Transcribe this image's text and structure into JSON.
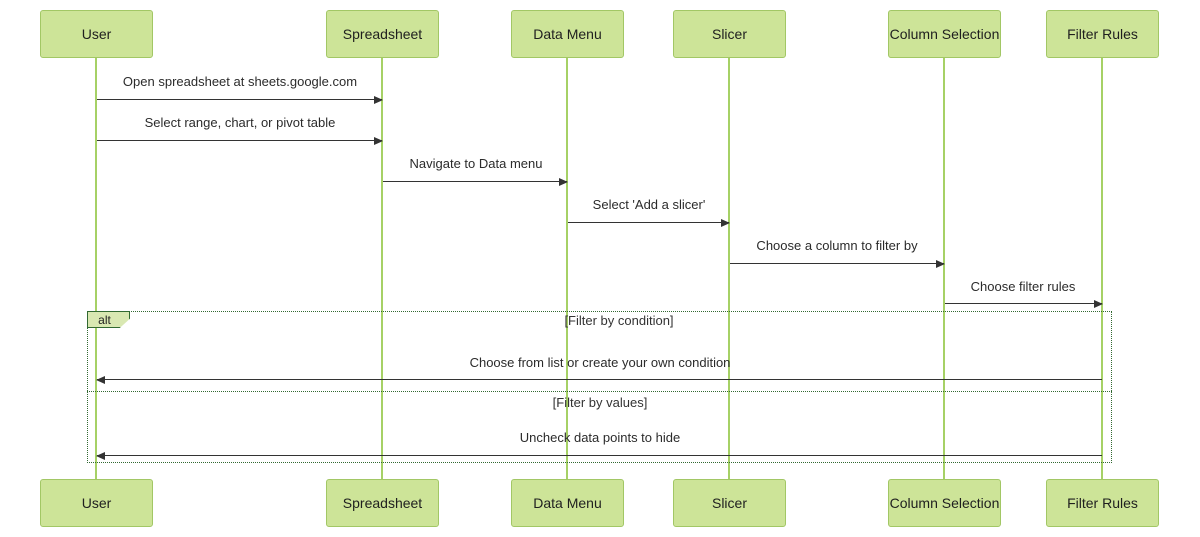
{
  "diagram": {
    "type": "sequence-diagram",
    "theme_colors": {
      "actor_fill": "#cde498",
      "actor_border": "#a2c765",
      "lifeline": "#a6d166",
      "arrow": "#333333",
      "frame_border": "#326932",
      "alt_label_fill": "#d9e8b2",
      "text": "#2b2b2b",
      "background": "#ffffff"
    },
    "actors": [
      {
        "id": "user",
        "label": "User"
      },
      {
        "id": "spreadsheet",
        "label": "Spreadsheet"
      },
      {
        "id": "data-menu",
        "label": "Data Menu"
      },
      {
        "id": "slicer",
        "label": "Slicer"
      },
      {
        "id": "column-selection",
        "label": "Column Selection"
      },
      {
        "id": "filter-rules",
        "label": "Filter Rules"
      }
    ],
    "messages": [
      {
        "from": "User",
        "to": "Spreadsheet",
        "direction": "right",
        "text": "Open spreadsheet at sheets.google.com"
      },
      {
        "from": "User",
        "to": "Spreadsheet",
        "direction": "right",
        "text": "Select range, chart, or pivot table"
      },
      {
        "from": "Spreadsheet",
        "to": "Data Menu",
        "direction": "right",
        "text": "Navigate to Data menu"
      },
      {
        "from": "Data Menu",
        "to": "Slicer",
        "direction": "right",
        "text": "Select 'Add a slicer'"
      },
      {
        "from": "Slicer",
        "to": "Column Selection",
        "direction": "right",
        "text": "Choose a column to filter by"
      },
      {
        "from": "Column Selection",
        "to": "Filter Rules",
        "direction": "right",
        "text": "Choose filter rules"
      },
      {
        "from": "Filter Rules",
        "to": "User",
        "direction": "left",
        "text": "Choose from list or create your own condition"
      },
      {
        "from": "Filter Rules",
        "to": "User",
        "direction": "left",
        "text": "Uncheck data points to hide"
      }
    ],
    "alt_block": {
      "label": "alt",
      "sections": [
        {
          "condition": "[Filter by condition]"
        },
        {
          "condition": "[Filter by values]"
        }
      ]
    }
  }
}
